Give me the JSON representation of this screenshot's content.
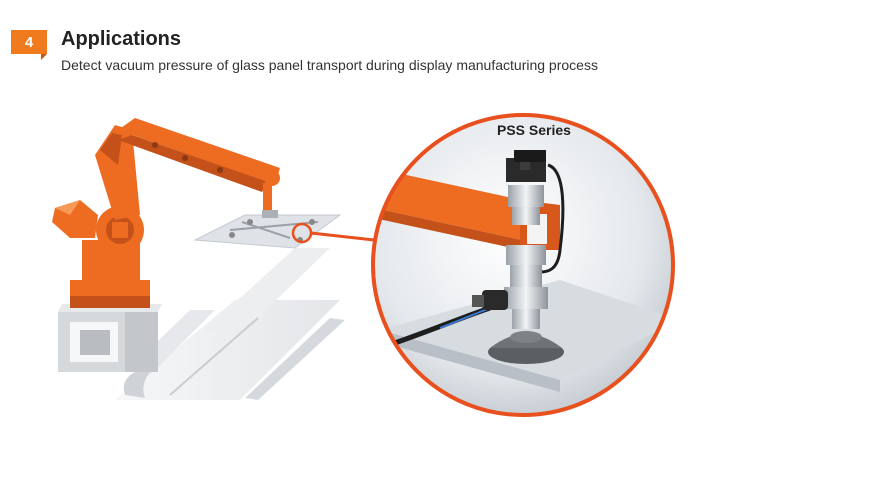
{
  "header": {
    "step_number": "4",
    "title": "Applications",
    "subtitle": "Detect vacuum pressure of glass panel transport during display manufacturing process"
  },
  "illustration": {
    "callout_label": "PSS Series",
    "colors": {
      "robot": "#ee6c22",
      "robot_dark": "#c4501a",
      "accent": "#e8501e",
      "glass": "#dfe3e8",
      "sensor": "#2a2a2a"
    }
  }
}
